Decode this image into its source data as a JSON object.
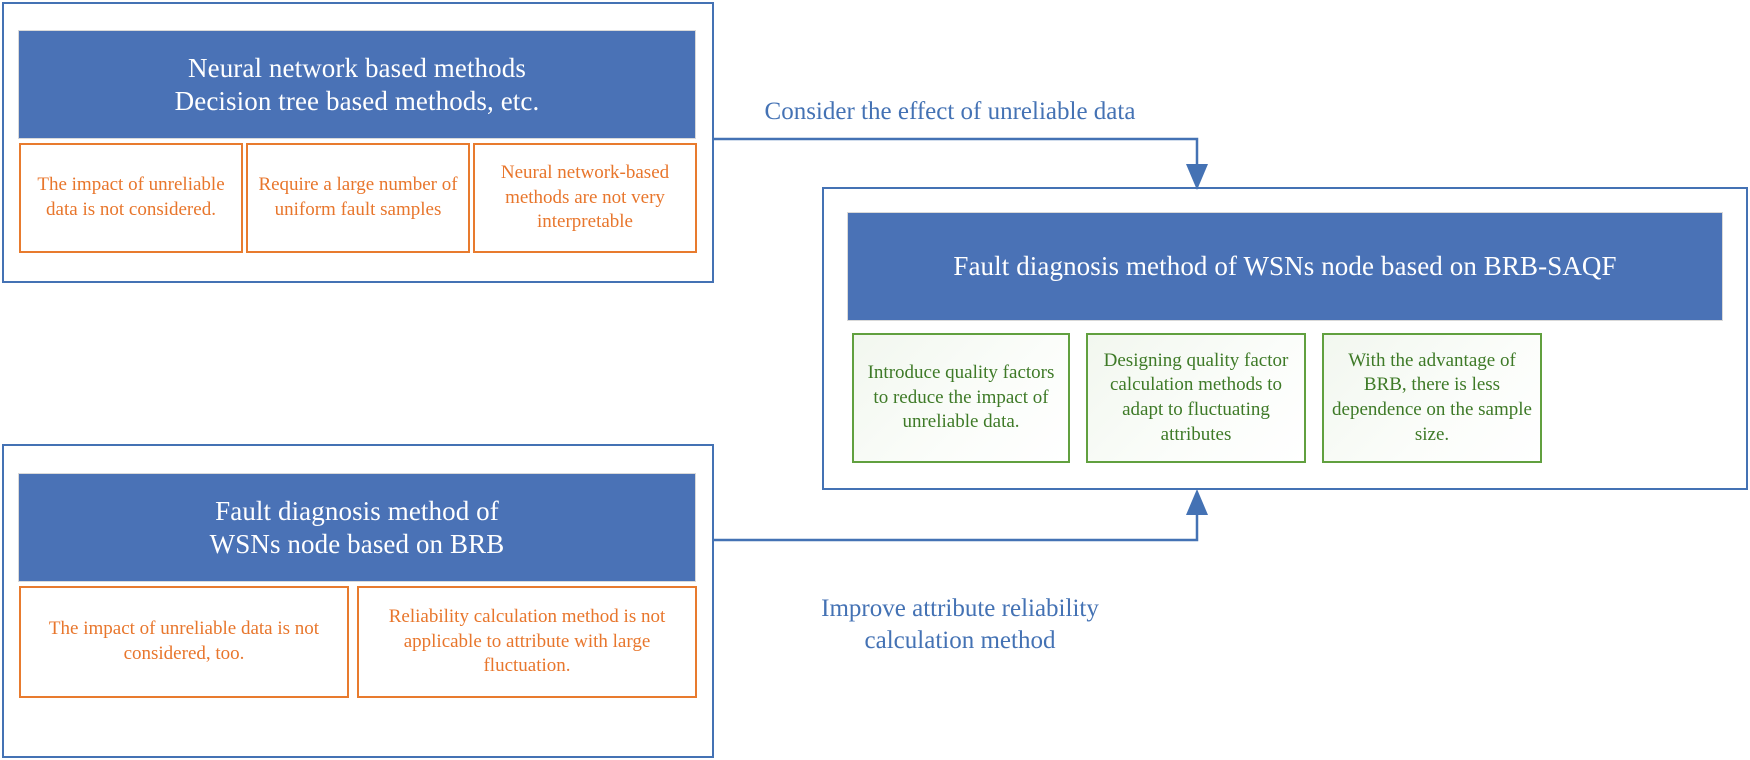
{
  "colors": {
    "blue_fill": "#4A72B6",
    "blue_line": "#4472B4",
    "orange": "#E8762C",
    "green": "#3E7A27",
    "green_border": "#61A03F",
    "white": "#FFFFFF"
  },
  "groups": {
    "existing_nn": {
      "header": "Neural network based methods\nDecision tree based methods, etc.",
      "items": [
        "The impact of unreliable data is not considered.",
        "Require a large number of uniform fault samples",
        "Neural network-based methods are not very interpretable"
      ]
    },
    "existing_brb": {
      "header": "Fault diagnosis method of\nWSNs node based on BRB",
      "items": [
        "The impact of unreliable data is not considered, too.",
        "Reliability calculation method is not applicable to attribute with large fluctuation."
      ]
    },
    "proposed": {
      "header": "Fault diagnosis method of WSNs node based on BRB-SAQF",
      "items": [
        "Introduce quality factors to reduce the impact of unreliable data.",
        "Designing quality factor calculation methods to adapt to fluctuating attributes",
        "With the advantage of BRB, there is less dependence on the sample size."
      ]
    }
  },
  "connectors": {
    "top_label": "Consider the effect of unreliable data",
    "bottom_label": "Improve attribute reliability\ncalculation method"
  }
}
